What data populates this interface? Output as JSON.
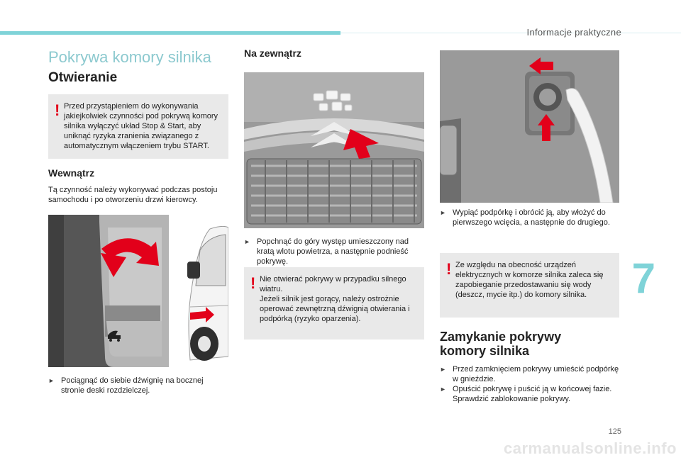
{
  "header": {
    "title": "Informacje praktyczne"
  },
  "section_title": "Pokrywa komory silnika",
  "opening": {
    "title": "Otwieranie",
    "warning": "Przed przystąpieniem do wykonywania jakiejkolwiek czynności pod pokrywą komory silnika wyłączyć układ Stop & Start, aby uniknąć ryzyka zranienia związanego z automatycznym włączeniem trybu START."
  },
  "inside": {
    "title": "Wewnątrz",
    "text": "Tą czynność należy wykonywać podczas postoju samochodu i po otworzeniu drzwi kierowcy.",
    "bullet": "Pociągnąć do siebie dźwignię na bocznej stronie deski rozdzielczej."
  },
  "outside": {
    "title": "Na zewnątrz",
    "bullet": "Popchnąć do góry występ umieszczony nad kratą wlotu powietrza, a następnie podnieść pokrywę.",
    "warning": "Nie otwierać pokrywy w przypadku silnego wiatru.\nJeżeli silnik jest gorący, należy ostrożnie operować zewnętrzną dźwignią otwierania i podpórką (ryzyko oparzenia)."
  },
  "prop": {
    "bullet": "Wypiąć podpórkę i obrócić ją, aby włożyć do pierwszego wcięcia, a następnie do drugiego.",
    "warning": "Ze względu na obecność urządzeń elektrycznych w komorze silnika zaleca się zapobieganie przedostawaniu się wody (deszcz, mycie itp.) do komory silnika."
  },
  "closing": {
    "title": "Zamykanie pokrywy komory silnika",
    "bullets": [
      "Przed zamknięciem pokrywy umieścić podpórkę w gnieździe.",
      "Opuścić pokrywę i puścić ją w końcowej fazie. Sprawdzić zablokowanie pokrywy."
    ]
  },
  "chapter": "7",
  "page_number": "125",
  "watermark": "carmanualsonline.info",
  "colors": {
    "accent": "#7fd3d8",
    "warning_mark": "#e2001a",
    "arrow": "#e2001a"
  }
}
